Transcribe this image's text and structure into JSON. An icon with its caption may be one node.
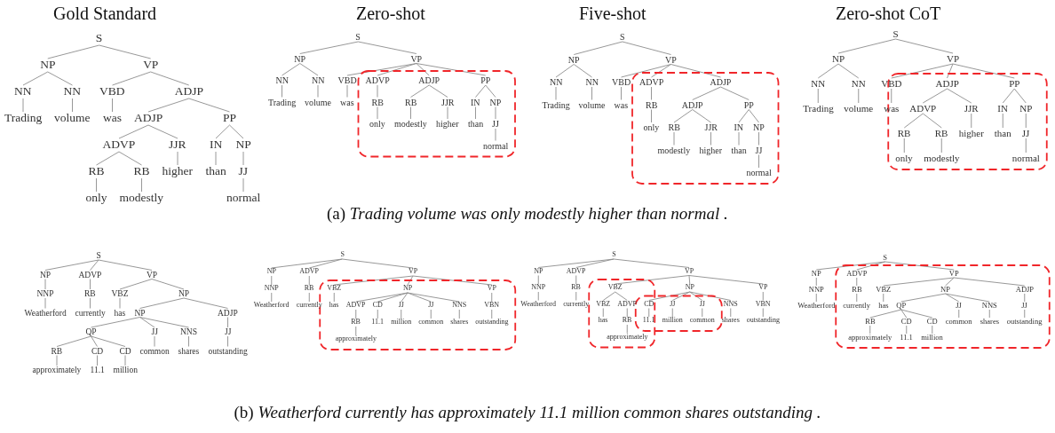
{
  "diagram": {
    "nodes": [
      {
        "text": [
          "S"
        ]
      },
      {
        "text": [
          "NP"
        ]
      },
      {
        "text": [
          "NN"
        ]
      },
      {
        "text": [
          "Trading"
        ]
      },
      {
        "text": [
          "NN"
        ]
      },
      {
        "text": [
          "volume"
        ]
      },
      {
        "text": [
          "VP"
        ]
      },
      {
        "text": [
          "VBD"
        ]
      },
      {
        "text": [
          "was"
        ]
      },
      {
        "text": [
          "ADJP"
        ]
      },
      {
        "text": [
          "ADJP"
        ]
      },
      {
        "text": [
          "ADVP"
        ]
      },
      {
        "text": [
          "RB"
        ]
      },
      {
        "text": [
          "only"
        ]
      },
      {
        "text": [
          "RB"
        ]
      },
      {
        "text": [
          "modestly"
        ]
      },
      {
        "text": [
          "JJR"
        ]
      },
      {
        "text": [
          "higher"
        ]
      },
      {
        "text": [
          "PP"
        ]
      },
      {
        "text": [
          "IN"
        ]
      },
      {
        "text": [
          "than"
        ]
      },
      {
        "text": [
          "NP"
        ]
      },
      {
        "text": [
          "JJ"
        ]
      },
      {
        "text": [
          "normal"
        ]
      },
      {
        "text": [
          "S"
        ]
      },
      {
        "text": [
          "NP"
        ]
      },
      {
        "text": [
          "NN"
        ]
      },
      {
        "text": [
          "Trading"
        ]
      },
      {
        "text": [
          "NN"
        ]
      },
      {
        "text": [
          "volume"
        ]
      },
      {
        "text": [
          "VP"
        ]
      },
      {
        "text": [
          "VBD"
        ]
      },
      {
        "text": [
          "was"
        ]
      },
      {
        "text": [
          "ADVP"
        ]
      },
      {
        "text": [
          "RB"
        ]
      },
      {
        "text": [
          "only"
        ]
      },
      {
        "text": [
          "ADJP"
        ]
      },
      {
        "text": [
          "RB"
        ]
      },
      {
        "text": [
          "modestly"
        ]
      },
      {
        "text": [
          "JJR"
        ]
      },
      {
        "text": [
          "higher"
        ]
      },
      {
        "text": [
          "PP"
        ]
      },
      {
        "text": [
          "IN"
        ]
      },
      {
        "text": [
          "than"
        ]
      },
      {
        "text": [
          "NP"
        ]
      },
      {
        "text": [
          "JJ"
        ]
      },
      {
        "text": [
          "normal"
        ]
      },
      {
        "text": [
          "S"
        ]
      },
      {
        "text": [
          "NP"
        ]
      },
      {
        "text": [
          "NN"
        ]
      },
      {
        "text": [
          "Trading"
        ]
      },
      {
        "text": [
          "NN"
        ]
      },
      {
        "text": [
          "volume"
        ]
      },
      {
        "text": [
          "VP"
        ]
      },
      {
        "text": [
          "VBD"
        ]
      },
      {
        "text": [
          "was"
        ]
      },
      {
        "text": [
          "ADVP"
        ]
      },
      {
        "text": [
          "RB"
        ]
      },
      {
        "text": [
          "only"
        ]
      },
      {
        "text": [
          "ADJP"
        ]
      },
      {
        "text": [
          "ADJP"
        ]
      },
      {
        "text": [
          "RB"
        ]
      },
      {
        "text": [
          "modestly"
        ]
      },
      {
        "text": [
          "JJR"
        ]
      },
      {
        "text": [
          "higher"
        ]
      },
      {
        "text": [
          "PP"
        ]
      },
      {
        "text": [
          "IN"
        ]
      },
      {
        "text": [
          "than"
        ]
      },
      {
        "text": [
          "NP"
        ]
      },
      {
        "text": [
          "JJ"
        ]
      },
      {
        "text": [
          "normal"
        ]
      },
      {
        "text": [
          "S"
        ]
      },
      {
        "text": [
          "NP"
        ]
      },
      {
        "text": [
          "NN"
        ]
      },
      {
        "text": [
          "Trading"
        ]
      },
      {
        "text": [
          "NN"
        ]
      },
      {
        "text": [
          "volume"
        ]
      },
      {
        "text": [
          "VP"
        ]
      },
      {
        "text": [
          "VBD"
        ]
      },
      {
        "text": [
          "was"
        ]
      },
      {
        "text": [
          "ADJP"
        ]
      },
      {
        "text": [
          "ADVP"
        ]
      },
      {
        "text": [
          "RB"
        ]
      },
      {
        "text": [
          "only"
        ]
      },
      {
        "text": [
          "RB"
        ]
      },
      {
        "text": [
          "modestly"
        ]
      },
      {
        "text": [
          "JJR"
        ]
      },
      {
        "text": [
          "higher"
        ]
      },
      {
        "text": [
          "PP"
        ]
      },
      {
        "text": [
          "IN"
        ]
      },
      {
        "text": [
          "than"
        ]
      },
      {
        "text": [
          "NP"
        ]
      },
      {
        "text": [
          "JJ"
        ]
      },
      {
        "text": [
          "normal"
        ]
      },
      {
        "text": [
          "S"
        ]
      },
      {
        "text": [
          "NP"
        ]
      },
      {
        "text": [
          "NNP"
        ]
      },
      {
        "text": [
          "Weatherford"
        ]
      },
      {
        "text": [
          "ADVP"
        ]
      },
      {
        "text": [
          "RB"
        ]
      },
      {
        "text": [
          "currently"
        ]
      },
      {
        "text": [
          "VP"
        ]
      },
      {
        "text": [
          "VBZ"
        ]
      },
      {
        "text": [
          "has"
        ]
      },
      {
        "text": [
          "NP"
        ]
      },
      {
        "text": [
          "NP"
        ]
      },
      {
        "text": [
          "QP"
        ]
      },
      {
        "text": [
          "RB"
        ]
      },
      {
        "text": [
          "approximately"
        ]
      },
      {
        "text": [
          "CD"
        ]
      },
      {
        "text": [
          "11.1"
        ]
      },
      {
        "text": [
          "CD"
        ]
      },
      {
        "text": [
          "million"
        ]
      },
      {
        "text": [
          "JJ"
        ]
      },
      {
        "text": [
          "common"
        ]
      },
      {
        "text": [
          "NNS"
        ]
      },
      {
        "text": [
          "shares"
        ]
      },
      {
        "text": [
          "ADJP"
        ]
      },
      {
        "text": [
          "JJ"
        ]
      },
      {
        "text": [
          "outstanding"
        ]
      },
      {
        "text": [
          "S"
        ]
      },
      {
        "text": [
          "NP"
        ]
      },
      {
        "text": [
          "NNP"
        ]
      },
      {
        "text": [
          "Weatherford"
        ]
      },
      {
        "text": [
          "ADVP"
        ]
      },
      {
        "text": [
          "RB"
        ]
      },
      {
        "text": [
          "currently"
        ]
      },
      {
        "text": [
          "VP"
        ]
      },
      {
        "text": [
          "VBZ"
        ]
      },
      {
        "text": [
          "has"
        ]
      },
      {
        "text": [
          "NP"
        ]
      },
      {
        "text": [
          "ADVP"
        ]
      },
      {
        "text": [
          "RB"
        ]
      },
      {
        "text": [
          "approximately"
        ]
      },
      {
        "text": [
          "CD"
        ]
      },
      {
        "text": [
          "11.1"
        ]
      },
      {
        "text": [
          "JJ"
        ]
      },
      {
        "text": [
          "million"
        ]
      },
      {
        "text": [
          "JJ"
        ]
      },
      {
        "text": [
          "common"
        ]
      },
      {
        "text": [
          "NNS"
        ]
      },
      {
        "text": [
          "shares"
        ]
      },
      {
        "text": [
          "VP"
        ]
      },
      {
        "text": [
          "VBN"
        ]
      },
      {
        "text": [
          "outstanding"
        ]
      },
      {
        "text": [
          "S"
        ]
      },
      {
        "text": [
          "NP"
        ]
      },
      {
        "text": [
          "NNP"
        ]
      },
      {
        "text": [
          "Weatherford"
        ]
      },
      {
        "text": [
          "ADVP"
        ]
      },
      {
        "text": [
          "RB"
        ]
      },
      {
        "text": [
          "currently"
        ]
      },
      {
        "text": [
          "VP"
        ]
      },
      {
        "text": [
          "VBZ"
        ]
      },
      {
        "text": [
          "VBZ"
        ]
      },
      {
        "text": [
          "has"
        ]
      },
      {
        "text": [
          "ADVP"
        ]
      },
      {
        "text": [
          "RB"
        ]
      },
      {
        "text": [
          "approximately"
        ]
      },
      {
        "text": [
          "NP"
        ]
      },
      {
        "text": [
          "CD"
        ]
      },
      {
        "text": [
          "11.1"
        ]
      },
      {
        "text": [
          "JJ"
        ]
      },
      {
        "text": [
          "million"
        ]
      },
      {
        "text": [
          "JJ"
        ]
      },
      {
        "text": [
          "common"
        ]
      },
      {
        "text": [
          "NNS"
        ]
      },
      {
        "text": [
          "shares"
        ]
      },
      {
        "text": [
          "VP"
        ]
      },
      {
        "text": [
          "VBN"
        ]
      },
      {
        "text": [
          "outstanding"
        ]
      },
      {
        "text": [
          "S"
        ]
      },
      {
        "text": [
          "NP"
        ]
      },
      {
        "text": [
          "NNP"
        ]
      },
      {
        "text": [
          "Weatherford"
        ]
      },
      {
        "text": [
          "ADVP"
        ]
      },
      {
        "text": [
          "RB"
        ]
      },
      {
        "text": [
          "currently"
        ]
      },
      {
        "text": [
          "VP"
        ]
      },
      {
        "text": [
          "VBZ"
        ]
      },
      {
        "text": [
          "has"
        ]
      },
      {
        "text": [
          "NP"
        ]
      },
      {
        "text": [
          "QP"
        ]
      },
      {
        "text": [
          "RB"
        ]
      },
      {
        "text": [
          "approximately"
        ]
      },
      {
        "text": [
          "CD"
        ]
      },
      {
        "text": [
          "11.1"
        ]
      },
      {
        "text": [
          "CD"
        ]
      },
      {
        "text": [
          "million"
        ]
      },
      {
        "text": [
          "JJ"
        ]
      },
      {
        "text": [
          "common"
        ]
      },
      {
        "text": [
          "NNS"
        ]
      },
      {
        "text": [
          "shares"
        ]
      },
      {
        "text": [
          "ADJP"
        ]
      },
      {
        "text": [
          "JJ"
        ]
      },
      {
        "text": [
          "outstanding"
        ]
      }
    ],
    "edges": [
      {
        "from": 0,
        "to": 1,
        "arrow": "none"
      },
      {
        "from": 1,
        "to": 2,
        "arrow": "none"
      },
      {
        "from": 2,
        "to": 3,
        "arrow": "none"
      },
      {
        "from": 1,
        "to": 4,
        "arrow": "none"
      },
      {
        "from": 4,
        "to": 5,
        "arrow": "none"
      },
      {
        "from": 0,
        "to": 6,
        "arrow": "none"
      },
      {
        "from": 6,
        "to": 7,
        "arrow": "none"
      },
      {
        "from": 7,
        "to": 8,
        "arrow": "none"
      },
      {
        "from": 6,
        "to": 9,
        "arrow": "none"
      },
      {
        "from": 9,
        "to": 10,
        "arrow": "none"
      },
      {
        "from": 10,
        "to": 11,
        "arrow": "none"
      },
      {
        "from": 11,
        "to": 12,
        "arrow": "none"
      },
      {
        "from": 12,
        "to": 13,
        "arrow": "none"
      },
      {
        "from": 11,
        "to": 14,
        "arrow": "none"
      },
      {
        "from": 14,
        "to": 15,
        "arrow": "none"
      },
      {
        "from": 10,
        "to": 16,
        "arrow": "none"
      },
      {
        "from": 16,
        "to": 17,
        "arrow": "none"
      },
      {
        "from": 9,
        "to": 18,
        "arrow": "none"
      },
      {
        "from": 18,
        "to": 19,
        "arrow": "none"
      },
      {
        "from": 19,
        "to": 20,
        "arrow": "none"
      },
      {
        "from": 18,
        "to": 21,
        "arrow": "none"
      },
      {
        "from": 21,
        "to": 22,
        "arrow": "none"
      },
      {
        "from": 22,
        "to": 23,
        "arrow": "none"
      },
      {
        "from": 24,
        "to": 25,
        "arrow": "none"
      },
      {
        "from": 25,
        "to": 26,
        "arrow": "none"
      },
      {
        "from": 26,
        "to": 27,
        "arrow": "none"
      },
      {
        "from": 25,
        "to": 28,
        "arrow": "none"
      },
      {
        "from": 28,
        "to": 29,
        "arrow": "none"
      },
      {
        "from": 24,
        "to": 30,
        "arrow": "none"
      },
      {
        "from": 30,
        "to": 31,
        "arrow": "none"
      },
      {
        "from": 31,
        "to": 32,
        "arrow": "none"
      },
      {
        "from": 30,
        "to": 33,
        "arrow": "none"
      },
      {
        "from": 33,
        "to": 34,
        "arrow": "none"
      },
      {
        "from": 34,
        "to": 35,
        "arrow": "none"
      },
      {
        "from": 30,
        "to": 36,
        "arrow": "none"
      },
      {
        "from": 36,
        "to": 37,
        "arrow": "none"
      },
      {
        "from": 37,
        "to": 38,
        "arrow": "none"
      },
      {
        "from": 36,
        "to": 39,
        "arrow": "none"
      },
      {
        "from": 39,
        "to": 40,
        "arrow": "none"
      },
      {
        "from": 30,
        "to": 41,
        "arrow": "none"
      },
      {
        "from": 41,
        "to": 42,
        "arrow": "none"
      },
      {
        "from": 42,
        "to": 43,
        "arrow": "none"
      },
      {
        "from": 41,
        "to": 44,
        "arrow": "none"
      },
      {
        "from": 44,
        "to": 45,
        "arrow": "none"
      },
      {
        "from": 45,
        "to": 46,
        "arrow": "none"
      },
      {
        "from": 47,
        "to": 48,
        "arrow": "none"
      },
      {
        "from": 48,
        "to": 49,
        "arrow": "none"
      },
      {
        "from": 49,
        "to": 50,
        "arrow": "none"
      },
      {
        "from": 48,
        "to": 51,
        "arrow": "none"
      },
      {
        "from": 51,
        "to": 52,
        "arrow": "none"
      },
      {
        "from": 47,
        "to": 53,
        "arrow": "none"
      },
      {
        "from": 53,
        "to": 54,
        "arrow": "none"
      },
      {
        "from": 54,
        "to": 55,
        "arrow": "none"
      },
      {
        "from": 53,
        "to": 56,
        "arrow": "none"
      },
      {
        "from": 56,
        "to": 57,
        "arrow": "none"
      },
      {
        "from": 57,
        "to": 58,
        "arrow": "none"
      },
      {
        "from": 53,
        "to": 59,
        "arrow": "none"
      },
      {
        "from": 59,
        "to": 60,
        "arrow": "none"
      },
      {
        "from": 60,
        "to": 61,
        "arrow": "none"
      },
      {
        "from": 61,
        "to": 62,
        "arrow": "none"
      },
      {
        "from": 60,
        "to": 63,
        "arrow": "none"
      },
      {
        "from": 63,
        "to": 64,
        "arrow": "none"
      },
      {
        "from": 59,
        "to": 65,
        "arrow": "none"
      },
      {
        "from": 65,
        "to": 66,
        "arrow": "none"
      },
      {
        "from": 66,
        "to": 67,
        "arrow": "none"
      },
      {
        "from": 65,
        "to": 68,
        "arrow": "none"
      },
      {
        "from": 68,
        "to": 69,
        "arrow": "none"
      },
      {
        "from": 69,
        "to": 70,
        "arrow": "none"
      },
      {
        "from": 71,
        "to": 72,
        "arrow": "none"
      },
      {
        "from": 72,
        "to": 73,
        "arrow": "none"
      },
      {
        "from": 73,
        "to": 74,
        "arrow": "none"
      },
      {
        "from": 72,
        "to": 75,
        "arrow": "none"
      },
      {
        "from": 75,
        "to": 76,
        "arrow": "none"
      },
      {
        "from": 71,
        "to": 77,
        "arrow": "none"
      },
      {
        "from": 77,
        "to": 78,
        "arrow": "none"
      },
      {
        "from": 78,
        "to": 79,
        "arrow": "none"
      },
      {
        "from": 77,
        "to": 80,
        "arrow": "none"
      },
      {
        "from": 80,
        "to": 81,
        "arrow": "none"
      },
      {
        "from": 81,
        "to": 82,
        "arrow": "none"
      },
      {
        "from": 82,
        "to": 83,
        "arrow": "none"
      },
      {
        "from": 81,
        "to": 84,
        "arrow": "none"
      },
      {
        "from": 84,
        "to": 85,
        "arrow": "none"
      },
      {
        "from": 80,
        "to": 86,
        "arrow": "none"
      },
      {
        "from": 86,
        "to": 87,
        "arrow": "none"
      },
      {
        "from": 77,
        "to": 88,
        "arrow": "none"
      },
      {
        "from": 88,
        "to": 89,
        "arrow": "none"
      },
      {
        "from": 89,
        "to": 90,
        "arrow": "none"
      },
      {
        "from": 88,
        "to": 91,
        "arrow": "none"
      },
      {
        "from": 91,
        "to": 92,
        "arrow": "none"
      },
      {
        "from": 92,
        "to": 93,
        "arrow": "none"
      },
      {
        "from": 94,
        "to": 95,
        "arrow": "none"
      },
      {
        "from": 95,
        "to": 96,
        "arrow": "none"
      },
      {
        "from": 96,
        "to": 97,
        "arrow": "none"
      },
      {
        "from": 94,
        "to": 98,
        "arrow": "none"
      },
      {
        "from": 98,
        "to": 99,
        "arrow": "none"
      },
      {
        "from": 99,
        "to": 100,
        "arrow": "none"
      },
      {
        "from": 94,
        "to": 101,
        "arrow": "none"
      },
      {
        "from": 101,
        "to": 102,
        "arrow": "none"
      },
      {
        "from": 102,
        "to": 103,
        "arrow": "none"
      },
      {
        "from": 101,
        "to": 104,
        "arrow": "none"
      },
      {
        "from": 104,
        "to": 105,
        "arrow": "none"
      },
      {
        "from": 105,
        "to": 106,
        "arrow": "none"
      },
      {
        "from": 106,
        "to": 107,
        "arrow": "none"
      },
      {
        "from": 107,
        "to": 108,
        "arrow": "none"
      },
      {
        "from": 106,
        "to": 109,
        "arrow": "none"
      },
      {
        "from": 109,
        "to": 110,
        "arrow": "none"
      },
      {
        "from": 106,
        "to": 111,
        "arrow": "none"
      },
      {
        "from": 111,
        "to": 112,
        "arrow": "none"
      },
      {
        "from": 105,
        "to": 113,
        "arrow": "none"
      },
      {
        "from": 113,
        "to": 114,
        "arrow": "none"
      },
      {
        "from": 105,
        "to": 115,
        "arrow": "none"
      },
      {
        "from": 115,
        "to": 116,
        "arrow": "none"
      },
      {
        "from": 104,
        "to": 117,
        "arrow": "none"
      },
      {
        "from": 117,
        "to": 118,
        "arrow": "none"
      },
      {
        "from": 118,
        "to": 119,
        "arrow": "none"
      },
      {
        "from": 120,
        "to": 121,
        "arrow": "none"
      },
      {
        "from": 121,
        "to": 122,
        "arrow": "none"
      },
      {
        "from": 122,
        "to": 123,
        "arrow": "none"
      },
      {
        "from": 120,
        "to": 124,
        "arrow": "none"
      },
      {
        "from": 124,
        "to": 125,
        "arrow": "none"
      },
      {
        "from": 125,
        "to": 126,
        "arrow": "none"
      },
      {
        "from": 120,
        "to": 127,
        "arrow": "none"
      },
      {
        "from": 127,
        "to": 128,
        "arrow": "none"
      },
      {
        "from": 128,
        "to": 129,
        "arrow": "none"
      },
      {
        "from": 127,
        "to": 130,
        "arrow": "none"
      },
      {
        "from": 130,
        "to": 131,
        "arrow": "none"
      },
      {
        "from": 131,
        "to": 132,
        "arrow": "none"
      },
      {
        "from": 132,
        "to": 133,
        "arrow": "none"
      },
      {
        "from": 130,
        "to": 134,
        "arrow": "none"
      },
      {
        "from": 134,
        "to": 135,
        "arrow": "none"
      },
      {
        "from": 130,
        "to": 136,
        "arrow": "none"
      },
      {
        "from": 136,
        "to": 137,
        "arrow": "none"
      },
      {
        "from": 130,
        "to": 138,
        "arrow": "none"
      },
      {
        "from": 138,
        "to": 139,
        "arrow": "none"
      },
      {
        "from": 130,
        "to": 140,
        "arrow": "none"
      },
      {
        "from": 140,
        "to": 141,
        "arrow": "none"
      },
      {
        "from": 127,
        "to": 142,
        "arrow": "none"
      },
      {
        "from": 142,
        "to": 143,
        "arrow": "none"
      },
      {
        "from": 143,
        "to": 144,
        "arrow": "none"
      },
      {
        "from": 145,
        "to": 146,
        "arrow": "none"
      },
      {
        "from": 146,
        "to": 147,
        "arrow": "none"
      },
      {
        "from": 147,
        "to": 148,
        "arrow": "none"
      },
      {
        "from": 145,
        "to": 149,
        "arrow": "none"
      },
      {
        "from": 149,
        "to": 150,
        "arrow": "none"
      },
      {
        "from": 150,
        "to": 151,
        "arrow": "none"
      },
      {
        "from": 145,
        "to": 152,
        "arrow": "none"
      },
      {
        "from": 152,
        "to": 153,
        "arrow": "none"
      },
      {
        "from": 153,
        "to": 154,
        "arrow": "none"
      },
      {
        "from": 154,
        "to": 155,
        "arrow": "none"
      },
      {
        "from": 153,
        "to": 156,
        "arrow": "none"
      },
      {
        "from": 156,
        "to": 157,
        "arrow": "none"
      },
      {
        "from": 157,
        "to": 158,
        "arrow": "none"
      },
      {
        "from": 152,
        "to": 159,
        "arrow": "none"
      },
      {
        "from": 159,
        "to": 160,
        "arrow": "none"
      },
      {
        "from": 160,
        "to": 161,
        "arrow": "none"
      },
      {
        "from": 159,
        "to": 162,
        "arrow": "none"
      },
      {
        "from": 162,
        "to": 163,
        "arrow": "none"
      },
      {
        "from": 159,
        "to": 164,
        "arrow": "none"
      },
      {
        "from": 164,
        "to": 165,
        "arrow": "none"
      },
      {
        "from": 159,
        "to": 166,
        "arrow": "none"
      },
      {
        "from": 166,
        "to": 167,
        "arrow": "none"
      },
      {
        "from": 152,
        "to": 168,
        "arrow": "none"
      },
      {
        "from": 168,
        "to": 169,
        "arrow": "none"
      },
      {
        "from": 169,
        "to": 170,
        "arrow": "none"
      },
      {
        "from": 171,
        "to": 172,
        "arrow": "none"
      },
      {
        "from": 172,
        "to": 173,
        "arrow": "none"
      },
      {
        "from": 173,
        "to": 174,
        "arrow": "none"
      },
      {
        "from": 171,
        "to": 175,
        "arrow": "none"
      },
      {
        "from": 175,
        "to": 176,
        "arrow": "none"
      },
      {
        "from": 176,
        "to": 177,
        "arrow": "none"
      },
      {
        "from": 171,
        "to": 178,
        "arrow": "none"
      },
      {
        "from": 178,
        "to": 179,
        "arrow": "none"
      },
      {
        "from": 179,
        "to": 180,
        "arrow": "none"
      },
      {
        "from": 178,
        "to": 181,
        "arrow": "none"
      },
      {
        "from": 181,
        "to": 182,
        "arrow": "none"
      },
      {
        "from": 182,
        "to": 183,
        "arrow": "none"
      },
      {
        "from": 183,
        "to": 184,
        "arrow": "none"
      },
      {
        "from": 182,
        "to": 185,
        "arrow": "none"
      },
      {
        "from": 185,
        "to": 186,
        "arrow": "none"
      },
      {
        "from": 182,
        "to": 187,
        "arrow": "none"
      },
      {
        "from": 187,
        "to": 188,
        "arrow": "none"
      },
      {
        "from": 181,
        "to": 189,
        "arrow": "none"
      },
      {
        "from": 189,
        "to": 190,
        "arrow": "none"
      },
      {
        "from": 181,
        "to": 191,
        "arrow": "none"
      },
      {
        "from": 191,
        "to": 192,
        "arrow": "none"
      },
      {
        "from": 178,
        "to": 193,
        "arrow": "none"
      },
      {
        "from": 193,
        "to": 194,
        "arrow": "none"
      },
      {
        "from": 194,
        "to": 195,
        "arrow": "none"
      }
    ],
    "labels": [
      "Gold Standard",
      "Zero-shot",
      "Five-shot",
      "Zero-shot CoT",
      "(a) *Trading volume was only modestly higher than normal .*",
      "(b) *Weatherford currently has approximately 11.1 million common shares outstanding .*"
    ]
  }
}
